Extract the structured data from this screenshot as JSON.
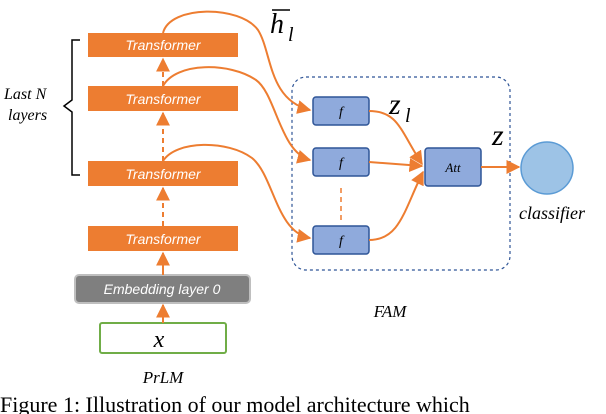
{
  "prlm": {
    "transformer_label": "Transformer",
    "embedding_label": "Embedding layer 0",
    "input_label": "x",
    "caption_label": "PrLM"
  },
  "last_n": {
    "line1": "Last N",
    "line2": "layers"
  },
  "fam": {
    "f_label": "f",
    "att_label": "Att",
    "name": "FAM"
  },
  "symbols": {
    "h_bar": "h",
    "h_sub": "l",
    "z_l": "z",
    "z_l_sub": "l",
    "z": "z"
  },
  "classifier_label": "classifier",
  "figure_caption": "Figure 1: Illustration of our model architecture which",
  "colors": {
    "orange": "#ed7d31",
    "blue_box": "#8faadc",
    "blue_border": "#2f5597",
    "classifier_fill": "#9dc3e6",
    "gray_box": "#7f7f7f",
    "green_border": "#70ad47",
    "fam_border": "#2f5597"
  }
}
